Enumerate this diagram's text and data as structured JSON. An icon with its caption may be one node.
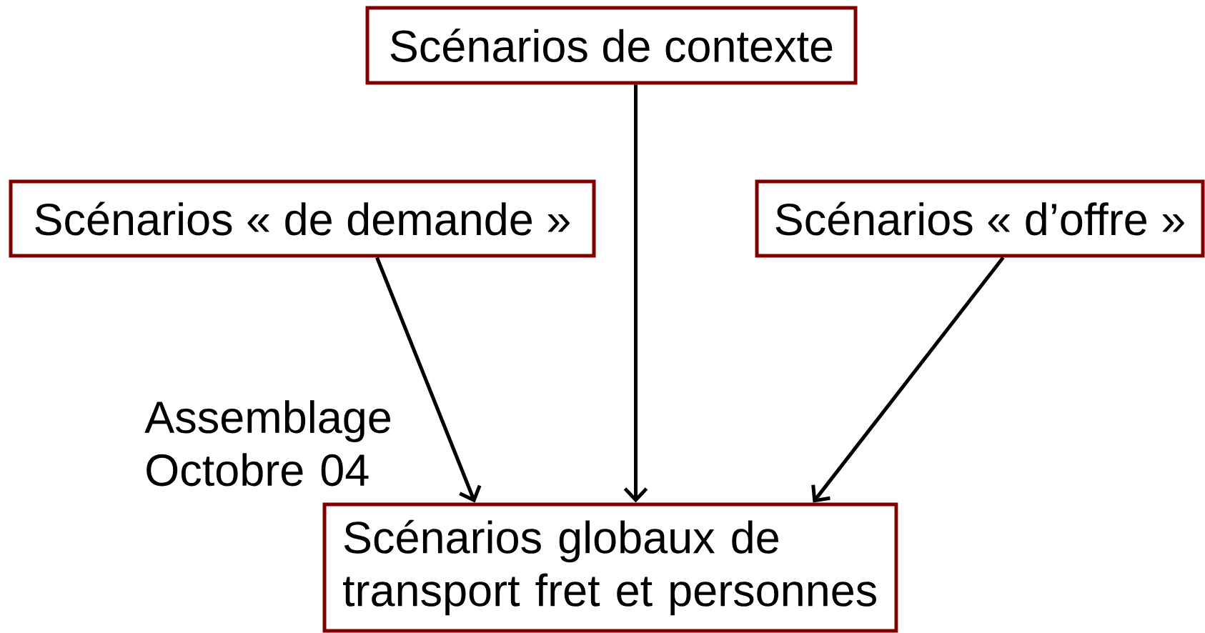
{
  "diagram": {
    "nodes": [
      {
        "text": [
          "Scénarios de contexte"
        ]
      },
      {
        "text": [
          "Scénarios « de demande »"
        ]
      },
      {
        "text": [
          "Scénarios « d’offre »"
        ]
      },
      {
        "text": [
          "Scénarios globaux de transport fret et personnes"
        ]
      }
    ],
    "edges": [
      {
        "from": 0,
        "to": 3,
        "arrow": "to"
      },
      {
        "from": 1,
        "to": 3,
        "arrow": "to"
      },
      {
        "from": 2,
        "to": 3,
        "arrow": "to"
      }
    ],
    "labels": [
      "Assemblage Octobre 04"
    ]
  }
}
